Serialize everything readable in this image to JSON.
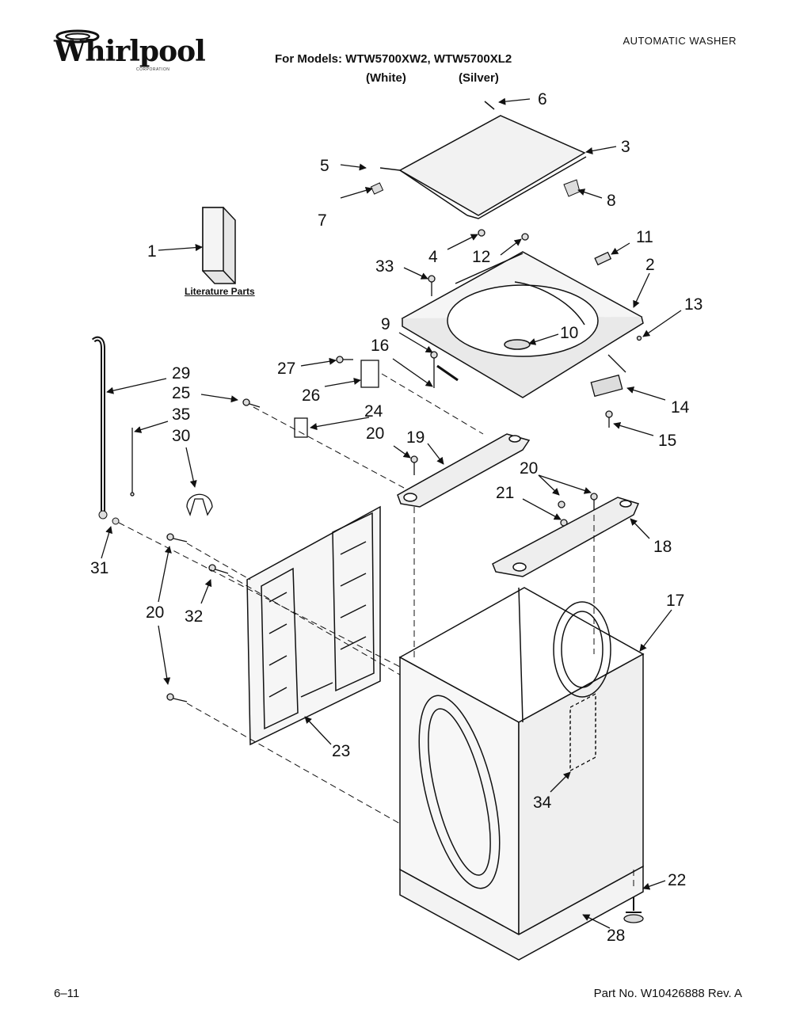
{
  "header": {
    "brand": "Whirlpool",
    "brand_sub": "CORPORATION",
    "doc_type": "AUTOMATIC WASHER",
    "models_line": "For Models: WTW5700XW2, WTW5700XL2",
    "color_white": "(White)",
    "color_silver": "(Silver)"
  },
  "literature_label": "Literature Parts",
  "callouts": {
    "c1": "1",
    "c2": "2",
    "c3": "3",
    "c4": "4",
    "c5": "5",
    "c6": "6",
    "c7": "7",
    "c8": "8",
    "c9": "9",
    "c10": "10",
    "c11": "11",
    "c12": "12",
    "c13": "13",
    "c14": "14",
    "c15": "15",
    "c16": "16",
    "c17": "17",
    "c18": "18",
    "c19": "19",
    "c20a": "20",
    "c20b": "20",
    "c20c": "20",
    "c21": "21",
    "c22": "22",
    "c23": "23",
    "c24": "24",
    "c25": "25",
    "c26": "26",
    "c27": "27",
    "c28": "28",
    "c29": "29",
    "c30": "30",
    "c31": "31",
    "c32": "32",
    "c33": "33",
    "c34": "34",
    "c35": "35"
  },
  "footer": {
    "date": "6–11",
    "part_no": "Part No. W10426888 Rev. A"
  }
}
